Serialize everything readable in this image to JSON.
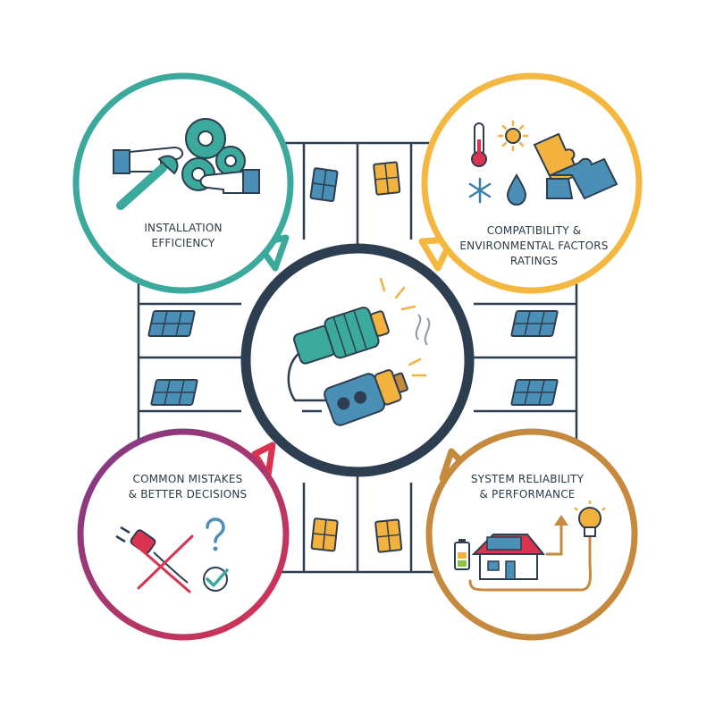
{
  "colors": {
    "teal": "#3ba99c",
    "yellow": "#f4b740",
    "purple_to_red": [
      "#7b3a8c",
      "#d9334f"
    ],
    "bronze": "#c58a3e",
    "hub": "#2c3e50",
    "panel_blue": "#4a8fb5",
    "panel_yellow": "#f3b23d"
  },
  "quadrants": {
    "installation": {
      "line1": "INSTALLATION",
      "line2": "EFFICIENCY",
      "icons": [
        "wrench-icon",
        "gears-icon",
        "hands-icon"
      ]
    },
    "compatibility": {
      "line1": "COMPATIBILITY &",
      "line2": "ENVIRONMENTAL FACTORS",
      "line3": "RATINGS",
      "icons": [
        "thermometer-icon",
        "sun-icon",
        "snowflake-icon",
        "water-drop-icon",
        "puzzle-icon"
      ]
    },
    "mistakes": {
      "line1": "COMMON MISTAKES",
      "line2": "& BETTER DECISIONS",
      "icons": [
        "plug-icon",
        "cross-icon",
        "question-icon",
        "check-icon"
      ]
    },
    "reliability": {
      "line1": "SYSTEM RELIABILITY",
      "line2": "& PERFORMANCE",
      "icons": [
        "battery-icon",
        "house-icon",
        "bulb-icon",
        "arrow-up-icon"
      ]
    }
  },
  "center": {
    "icons": [
      "connector-icon",
      "spark-icon"
    ]
  }
}
